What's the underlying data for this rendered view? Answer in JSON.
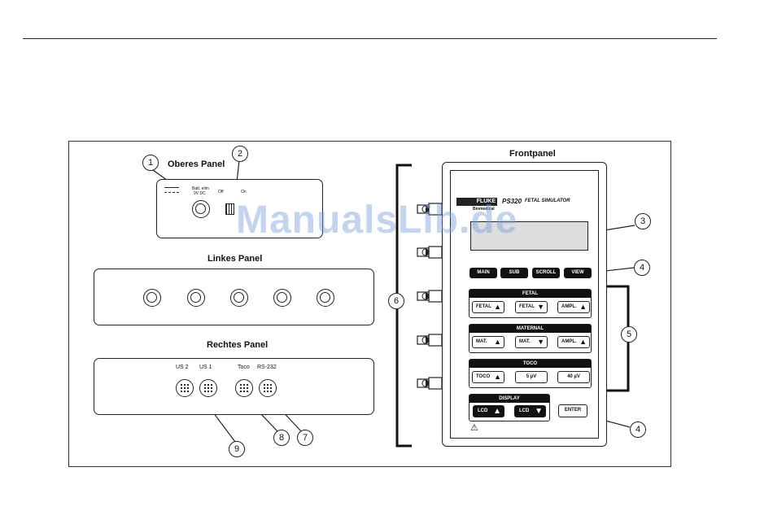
{
  "headings": {
    "top_panel": "Oberes Panel",
    "left_panel": "Linkes Panel",
    "right_panel": "Rechtes Panel",
    "front_panel": "Frontpanel"
  },
  "top_panel": {
    "batt_label": "Batt. elim",
    "volt_label": "9V DC",
    "off_label": "Off",
    "on_label": "On"
  },
  "right_panel": {
    "us2": "US 2",
    "us1": "US 1",
    "toco": "Toco",
    "rs232": "RS-232"
  },
  "front": {
    "brand": "FLUKE",
    "subbrand": "Biomedical",
    "model": "PS320",
    "model_title": "FETAL SIMULATOR",
    "buttons": [
      "MAIN",
      "SUB",
      "SCROLL",
      "VIEW"
    ],
    "groups": [
      {
        "title": "FETAL",
        "buttons": [
          {
            "label": "FETAL",
            "arrow": "▲"
          },
          {
            "label": "FETAL",
            "arrow": "▼"
          },
          {
            "label": "AMPL.",
            "arrow": "▲"
          }
        ]
      },
      {
        "title": "MATERNAL",
        "buttons": [
          {
            "label": "MAT.",
            "arrow": "▲"
          },
          {
            "label": "MAT.",
            "arrow": "▼"
          },
          {
            "label": "AMPL.",
            "arrow": "▲"
          }
        ]
      },
      {
        "title": "TOCO",
        "buttons": [
          {
            "label": "TOCO",
            "arrow": "▲"
          },
          {
            "label": "5 µV",
            "arrow": ""
          },
          {
            "label": "40 µV",
            "arrow": ""
          }
        ]
      }
    ],
    "display": {
      "title": "DISPLAY",
      "lcd_up": "LCD",
      "lcd_down": "LCD"
    },
    "enter": "ENTER",
    "warning": "⚠"
  },
  "callouts": [
    "1",
    "2",
    "3",
    "4",
    "4",
    "5",
    "6",
    "7",
    "8",
    "9"
  ],
  "watermark": "ManualsLib.de",
  "colors": {
    "line": "#222222",
    "watermark": "#78A0DC"
  }
}
